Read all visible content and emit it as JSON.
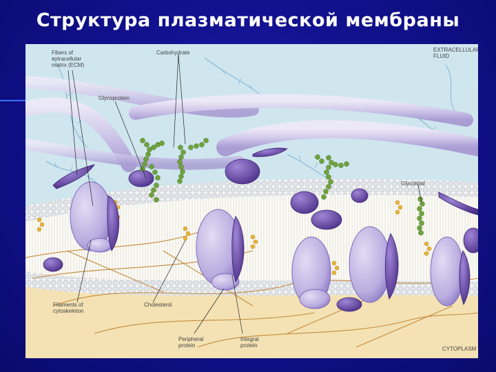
{
  "slide": {
    "title": "Структура плазматической мембраны"
  },
  "figure": {
    "labels": {
      "fibers_ecm": "Fibers of\nextracellular\nmatrix (ECM)",
      "carbohydrate": "Carbohydrate",
      "extracellular_fluid": "EXTRACELLULAR\nFLUID",
      "glycoprotein": "Glycoprotein",
      "glycolipid": "Glycolipid",
      "filaments_cytoskeleton": "Filaments of\ncytoskeleton",
      "cholesterol": "Cholesterol",
      "peripheral_protein": "Peripheral\nprotein",
      "integral_protein": "Integral\nprotein",
      "cytoplasm": "CYTOPLASM"
    },
    "colors": {
      "extracellular": "#cfe6ef",
      "cytoplasm": "#f6e7bf",
      "lipid_head": "#e9ecef",
      "tail": "#ffffff",
      "protein_light": "#c8bfe4",
      "protein_dark": "#5e3f9c",
      "carb_chain": "#6fa33a",
      "cholesterol": "#e7b43a",
      "filament": "#c48a3a"
    }
  }
}
